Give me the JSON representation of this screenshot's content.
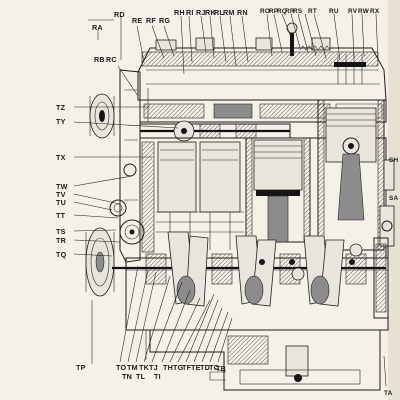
{
  "diagram": {
    "labels_top": [
      "RD",
      "RE",
      "RF",
      "RG",
      "RH",
      "RI",
      "RJ",
      "RK",
      "RL",
      "RM",
      "RN",
      "RO",
      "RP",
      "RQ",
      "RR",
      "RS",
      "RT",
      "RU",
      "RV",
      "RW",
      "RX"
    ],
    "labels_upper_left": [
      "RA",
      "RB",
      "RC"
    ],
    "labels_left": [
      "TZ",
      "TY",
      "TX",
      "TW",
      "TV",
      "TU",
      "TT",
      "TS",
      "TR",
      "TQ",
      "TP"
    ],
    "labels_bottom_row1": [
      "TO",
      "TM",
      "TK",
      "TJ",
      "TH",
      "TG",
      "TF",
      "TE",
      "TD",
      "TC"
    ],
    "labels_bottom_row2": [
      "TN",
      "TL",
      "TI"
    ],
    "labels_bottom_right": [
      "TB",
      "TA"
    ],
    "labels_right_edge": [
      "SH",
      "SA"
    ]
  }
}
